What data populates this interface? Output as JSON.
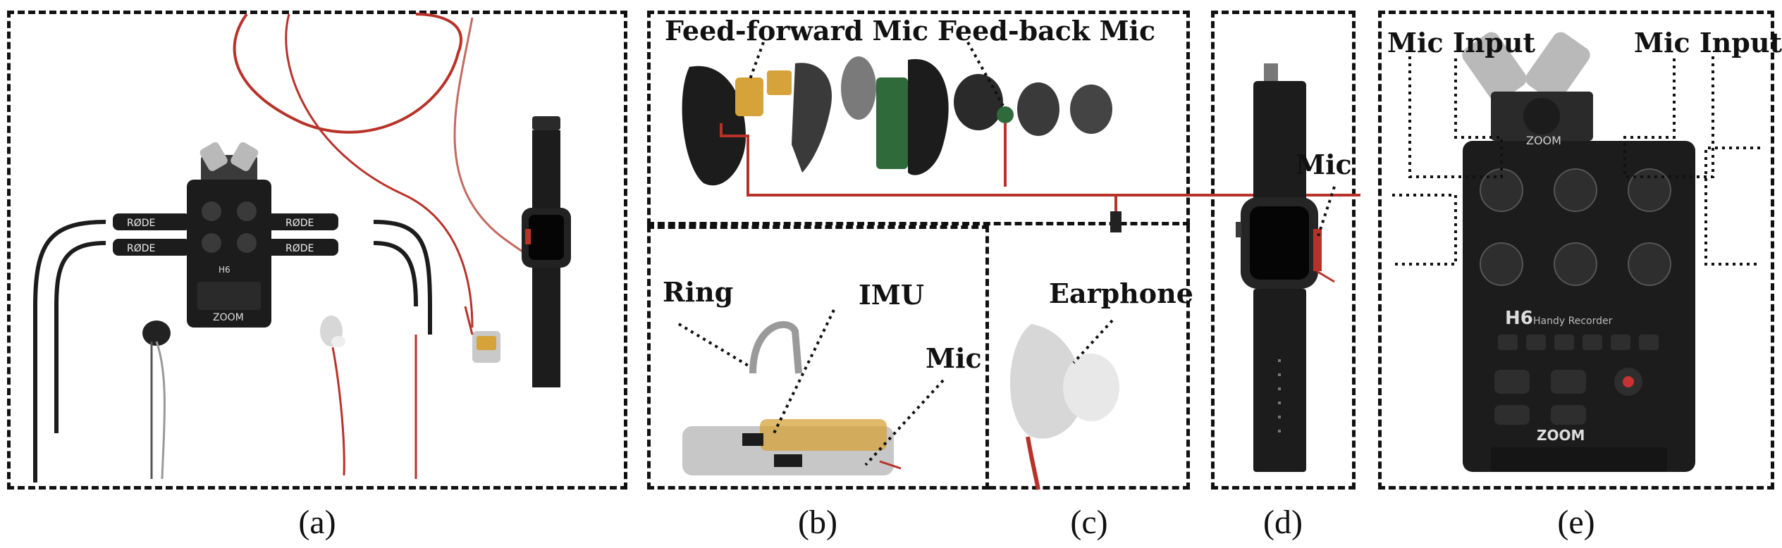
{
  "captions": {
    "a": "(a)",
    "b": "(b)",
    "c": "(c)",
    "d": "(d)",
    "e": "(e)"
  },
  "labels": {
    "b_feed_forward": "Feed-forward Mic",
    "b_feed_back": "Feed-back Mic",
    "b_ring": "Ring",
    "b_imu": "IMU",
    "b_mic": "Mic",
    "c_earphone": "Earphone",
    "d_mic": "Mic",
    "e_mic_input_left": "Mic Input",
    "e_mic_input_right": "Mic Input"
  },
  "device_text": {
    "recorder_brand": "ZOOM",
    "recorder_model": "H6",
    "recorder_subtitle": "Handy Recorder",
    "adapter_brand_1": "RØDE",
    "adapter_brand_2": "RØDE",
    "adapter_brand_3": "RØDE",
    "adapter_brand_4": "RØDE"
  },
  "colors": {
    "wire_red": "#b8322a",
    "device_dark": "#1c1c1c",
    "device_mid": "#3a3a3a",
    "metal": "#b9b9b9",
    "earbud_grey": "#d7d7d7",
    "pcb_green": "#2f6a3b",
    "gold": "#d6a23a"
  }
}
